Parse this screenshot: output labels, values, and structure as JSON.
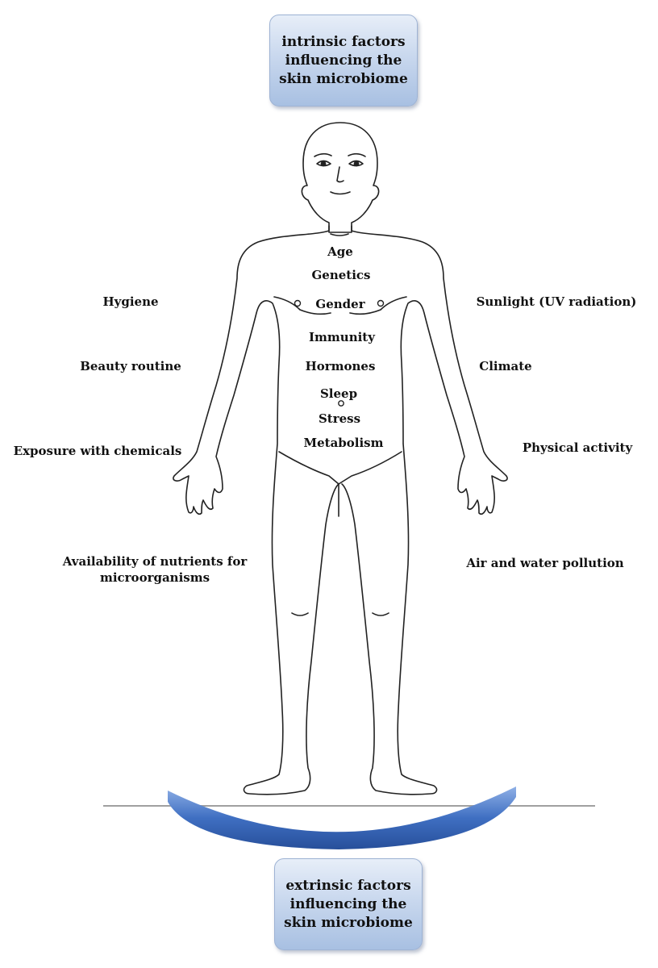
{
  "top_box": {
    "text": "intrinsic factors influencing the skin microbiome"
  },
  "bottom_box": {
    "text": "extrinsic factors influencing the skin microbiome"
  },
  "intrinsic_factors": [
    "Age",
    "Genetics",
    "Gender",
    "Immunity",
    "Hormones",
    "Sleep",
    "Stress",
    "Metabolism"
  ],
  "extrinsic_left": [
    "Hygiene",
    "Beauty routine",
    "Exposure with chemicals",
    "Availability of nutrients for microorganisms"
  ],
  "extrinsic_right": [
    "Sunlight (UV radiation)",
    "Climate",
    "Physical activity",
    "Air and water pollution"
  ],
  "colors": {
    "box_fill": "#c9d8ee",
    "arc": "#3f6fc2",
    "outline": "#222222",
    "ground_line": "#999999"
  }
}
